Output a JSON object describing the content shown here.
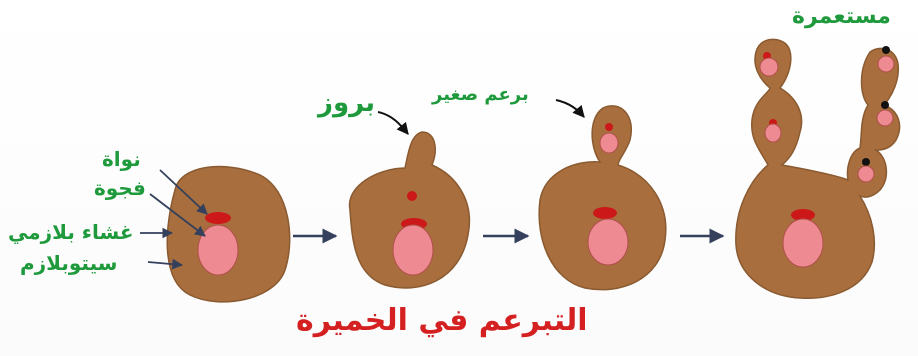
{
  "labels": {
    "nucleus": "نواة",
    "vacuole": "فجوة",
    "plasma_membrane": "غشاء بلازمي",
    "cytoplasm": "سيتوبلازم",
    "protrusion": "بروز",
    "small_bud": "برعم صغير",
    "colony": "مستعمرة",
    "title": "التبرعم في الخميرة"
  },
  "colors": {
    "cell_fill": "#a86e3e",
    "cell_stroke": "#8a5a30",
    "nucleus_fill": "#ee8a92",
    "vacuole_fill": "#cc1818",
    "arrow_color": "#34405c",
    "label_green": "#1e9a3c",
    "title_red": "#d42020"
  }
}
